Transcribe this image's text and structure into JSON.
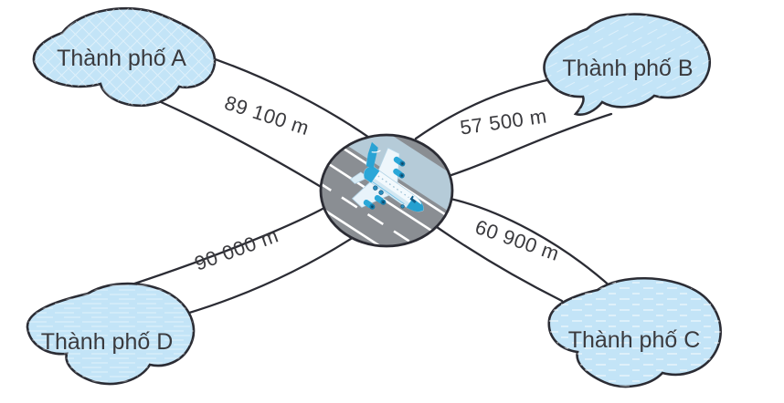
{
  "colors": {
    "background": "#ffffff",
    "cloud_fill": "#c3e4f7",
    "outline": "#2b2c34",
    "label_text": "#3a3a3e",
    "runway_dark": "#8a8e93",
    "apron_light": "#b5cbd8",
    "runway_stripe": "#ffffff",
    "plane_teal": "#2aa7d8",
    "plane_dark_teal": "#1579a8",
    "plane_body": "#f2f9fd"
  },
  "diagram": {
    "type": "hub-and-spoke",
    "center": {
      "name": "airport",
      "icon": "airplane-on-runway-icon"
    },
    "nodes": [
      {
        "id": "city-a",
        "label": "Thành phố A",
        "position": "top-left"
      },
      {
        "id": "city-b",
        "label": "Thành phố B",
        "position": "top-right"
      },
      {
        "id": "city-c",
        "label": "Thành phố C",
        "position": "bottom-right"
      },
      {
        "id": "city-d",
        "label": "Thành phố D",
        "position": "bottom-left"
      }
    ],
    "edges": [
      {
        "from": "airport",
        "to": "city-a",
        "distance_label": "89 100 m"
      },
      {
        "from": "airport",
        "to": "city-b",
        "distance_label": "57 500 m"
      },
      {
        "from": "airport",
        "to": "city-c",
        "distance_label": "60 900 m"
      },
      {
        "from": "airport",
        "to": "city-d",
        "distance_label": "90 000 m"
      }
    ]
  }
}
